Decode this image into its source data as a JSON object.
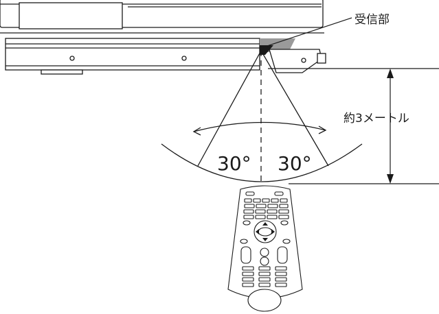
{
  "labels": {
    "receiver": "受信部",
    "distance": "約3メートル",
    "angle_left": "30°",
    "angle_right": "30°"
  },
  "colors": {
    "line": "#1a1a1a",
    "device_fill": "#ffffff",
    "remote_body": "#ffffff",
    "shade": "#9a9a9a"
  },
  "icons": {
    "arrow_up": "dimension-arrow-up-icon",
    "arrow_down": "dimension-arrow-down-icon"
  }
}
